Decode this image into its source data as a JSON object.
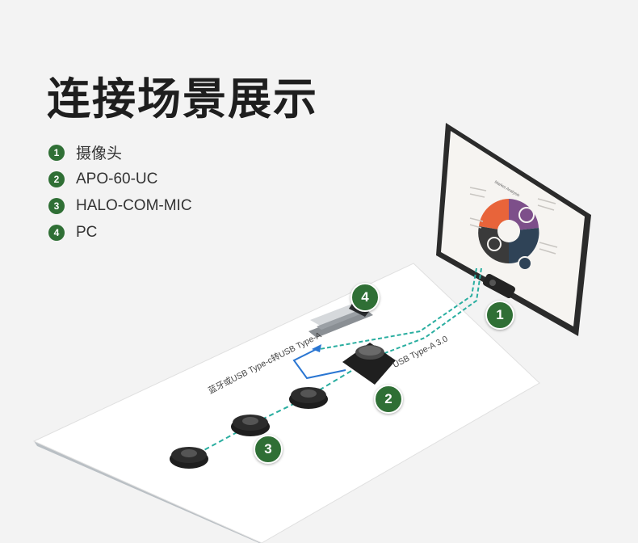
{
  "title": "连接场景展示",
  "legend": [
    {
      "num": "1",
      "label": "摄像头"
    },
    {
      "num": "2",
      "label": "APO-60-UC"
    },
    {
      "num": "3",
      "label": "HALO-COM-MIC"
    },
    {
      "num": "4",
      "label": "PC"
    }
  ],
  "callouts": {
    "c1": "1",
    "c2": "2",
    "c3": "3",
    "c4": "4"
  },
  "cables": {
    "usb3": "USB Type-A 3.0",
    "pc_link": "蓝牙或USB Type-c转USB Type-A"
  },
  "screen": {
    "chart_title": "Market Analysis"
  },
  "colors": {
    "accent_green": "#2f6f35",
    "cable_teal": "#2aaea0",
    "cable_blue": "#2a76d2",
    "pie_orange": "#e8643a",
    "pie_purple": "#7d4f8a",
    "pie_navy": "#2f4357",
    "pie_dark": "#3a3a3a"
  }
}
